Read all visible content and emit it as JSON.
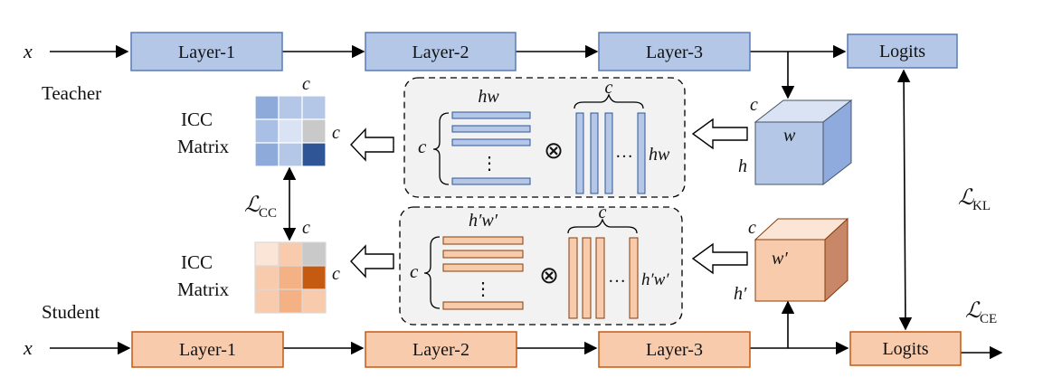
{
  "colors": {
    "teacher_fill": "#b4c7e7",
    "teacher_stroke": "#5b7bb5",
    "student_fill": "#f8cbad",
    "student_stroke": "#c55a11",
    "panel_fill": "#f2f2f2"
  },
  "teacher": {
    "input": "x",
    "label": "Teacher",
    "layers": [
      "Layer-1",
      "Layer-2",
      "Layer-3"
    ],
    "logits": "Logits",
    "feature": {
      "c": "c",
      "w": "w",
      "h": "h"
    },
    "icc_line1": "ICC",
    "icc_line2": "Matrix",
    "icc_c_top": "c",
    "icc_c_right": "c",
    "icc_colors": [
      "#8eaadb",
      "#b4c7e7",
      "#b4c7e7",
      "#a9bfe4",
      "#dae3f3",
      "#c9c9c9",
      "#8eaadb",
      "#b4c7e7",
      "#2f5597"
    ],
    "op": {
      "hw_top": "hw",
      "c_left": "c",
      "c_top": "c",
      "hw_right": "hw",
      "dots_v": "⋮",
      "dots_h": "…",
      "times": "⊗"
    }
  },
  "student": {
    "input": "x",
    "label": "Student",
    "layers": [
      "Layer-1",
      "Layer-2",
      "Layer-3"
    ],
    "logits": "Logits",
    "feature": {
      "c": "c",
      "w": "w′",
      "h": "h′"
    },
    "icc_line1": "ICC",
    "icc_line2": "Matrix",
    "icc_c_top": "c",
    "icc_c_right": "c",
    "icc_colors": [
      "#fbe5d6",
      "#f8cbad",
      "#c9c9c9",
      "#f8cbad",
      "#f4b183",
      "#c55a11",
      "#f8cbad",
      "#f4b183",
      "#f8cbad"
    ],
    "op": {
      "hw_top": "h′w′",
      "c_left": "c",
      "c_top": "c",
      "hw_right": "h′w′",
      "dots_v": "⋮",
      "dots_h": "…",
      "times": "⊗"
    }
  },
  "losses": {
    "cc": {
      "main": "ℒ",
      "sub": "CC"
    },
    "kl": {
      "main": "ℒ",
      "sub": "KL"
    },
    "ce": {
      "main": "ℒ",
      "sub": "CE"
    }
  }
}
